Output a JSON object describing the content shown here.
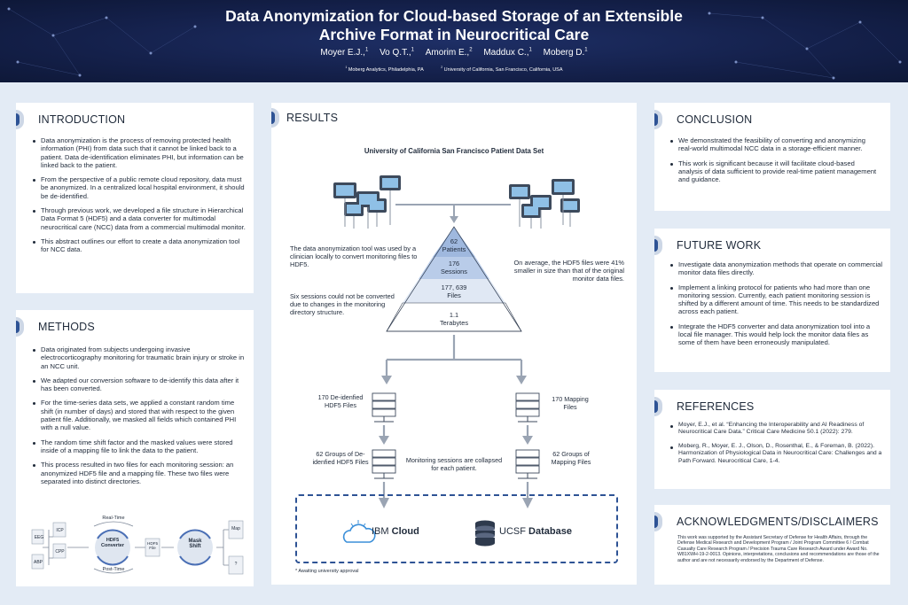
{
  "header": {
    "title_line1": "Data Anonymization for Cloud-based Storage of an Extensible",
    "title_line2": "Archive Format in Neurocritical Care",
    "authors": [
      {
        "name": "Moyer E.J.,",
        "sup": "1"
      },
      {
        "name": "Vo Q.T.,",
        "sup": "1"
      },
      {
        "name": "Amorim E.,",
        "sup": "2"
      },
      {
        "name": "Maddux C.,",
        "sup": "1"
      },
      {
        "name": "Moberg D.",
        "sup": "1"
      }
    ],
    "affiliations": [
      {
        "sup": "1",
        "text": "Moberg Analytics, Philadelphia, PA"
      },
      {
        "sup": "2",
        "text": "University of California, San Francisco, California, USA"
      }
    ]
  },
  "introduction": {
    "title": "INTRODUCTION",
    "bullets": [
      "Data anonymization is the process of removing protected health information (PHI) from data such that it cannot be linked back to a patient. Data de-identification eliminates PHI, but information can be linked back to the patient.",
      "From the perspective of a public remote cloud repository, data must be anonymized. In a centralized local hospital environment, it should be de-identified.",
      "Through previous work, we developed a file structure in Hierarchical Data Format 5 (HDF5) and a data converter for multimodal neurocritical care (NCC) data from a commercial multimodal monitor.",
      "This abstract outlines our effort to create a data anonymization tool for NCC data."
    ]
  },
  "methods": {
    "title": "METHODS",
    "bullets": [
      "Data originated from subjects undergoing invasive electrocorticography monitoring for traumatic brain injury or stroke in an NCC unit.",
      "We adapted our conversion software to de-identify this data after it has been converted.",
      "For the time-series data sets, we applied a constant random time shift (in number of days) and stored that with respect to the given patient file. Additionally, we masked all fields which contained PHI with a null value.",
      "The random time shift factor and the masked values were stored inside of a mapping file to link the data to the patient.",
      "This process resulted in two files for each monitoring session: an anonymized HDF5 file and a mapping file. These two files were separated into distinct directories."
    ],
    "diagram": {
      "inputs": [
        "EEG",
        "ICP",
        "CPP",
        "ABP"
      ],
      "realtime": "Real-Time",
      "posttime": "Post-Time",
      "converter": "HDF5 Converter",
      "file": "HDF5 File",
      "mask": "Mask Shift",
      "outputs": [
        "Map",
        "?"
      ]
    }
  },
  "results": {
    "title": "RESULTS",
    "subtitle": "University of California San Francisco Patient Data Set",
    "pyramid": [
      {
        "value": "62",
        "label": "Patients"
      },
      {
        "value": "176",
        "label": "Sessions"
      },
      {
        "value": "177, 639",
        "label": "Files"
      },
      {
        "value": "1.1",
        "label": "Terabytes"
      }
    ],
    "left_text1": "The data anonymization tool was used by a clinician locally to convert monitoring files to HDF5.",
    "left_text2": "Six sessions could not be converted due to changes in the monitoring directory structure.",
    "right_text": "On average, the HDF5 files were 41% smaller in size than that of the original monitor data files.",
    "flow": {
      "left_top": "170 De-idenfied HDF5 Files",
      "left_bottom": "62 Groups of De-idenfied HDF5 Files",
      "right_top": "170 Mapping Files",
      "right_bottom": "62 Groups of Mapping Files",
      "middle": "Monitoring sessions are collapsed for each patient."
    },
    "cloud_brand_bold": "Cloud",
    "cloud_brand_prefix": "IBM",
    "db_brand_prefix": "UCSF",
    "db_brand_bold": "Database",
    "note": "* Awaiting university approval"
  },
  "conclusion": {
    "title": "CONCLUSION",
    "bullets": [
      "We demonstrated the feasibility of converting and anonymizing real-world multimodal NCC data in a storage-efficient manner.",
      "This work is significant because it will facilitate cloud-based analysis of data sufficient to provide real-time patient management and guidance."
    ]
  },
  "future": {
    "title": "FUTURE WORK",
    "bullets": [
      "Investigate data anonymization methods that operate on commercial monitor data files directly.",
      "Implement a linking protocol for patients who had more than one monitoring session. Currently, each patient monitoring session is shifted by a different amount of time. This needs to be standardized across each patient.",
      "Integrate the HDF5 converter and data anonymization tool into a local file manager. This would help lock the monitor data files as some of them have been erroneously manipulated."
    ]
  },
  "references": {
    "title": "REFERENCES",
    "bullets": [
      "Moyer, E.J., et al. “Enhancing the Interoperability and AI Readiness of Neurocritical Care Data.” Critical Care Medicine 50.1 (2022): 279.",
      "Moberg, R., Moyer, E. J., Olson, D., Rosenthal, E., & Foreman, B. (2022). Harmonization of Physiological Data in Neurocritical Care: Challenges and a Path Forward. Neurocritical Care, 1-4."
    ]
  },
  "acknowledgments": {
    "title": "ACKNOWLEDGMENTS/DISCLAIMERS",
    "text": "This work was supported by the Assistant Secretary of Defense for Health Affairs, through the Defense Medical Research and Development Program / Joint Program Committee 6 / Combat Casualty Care Research Program / Precision Trauma Care Research Award under Award No. W81XWH-19-2-0013. Opinions, interpretations, conclusions and recommendations are those of the author and are not necessarily endorsed by the Department of Defense."
  },
  "colors": {
    "navy": "#14204a",
    "accent": "#2e5395",
    "pyramid_top": "#9fb8de",
    "pyramid_mid": "#c9d8ee"
  }
}
